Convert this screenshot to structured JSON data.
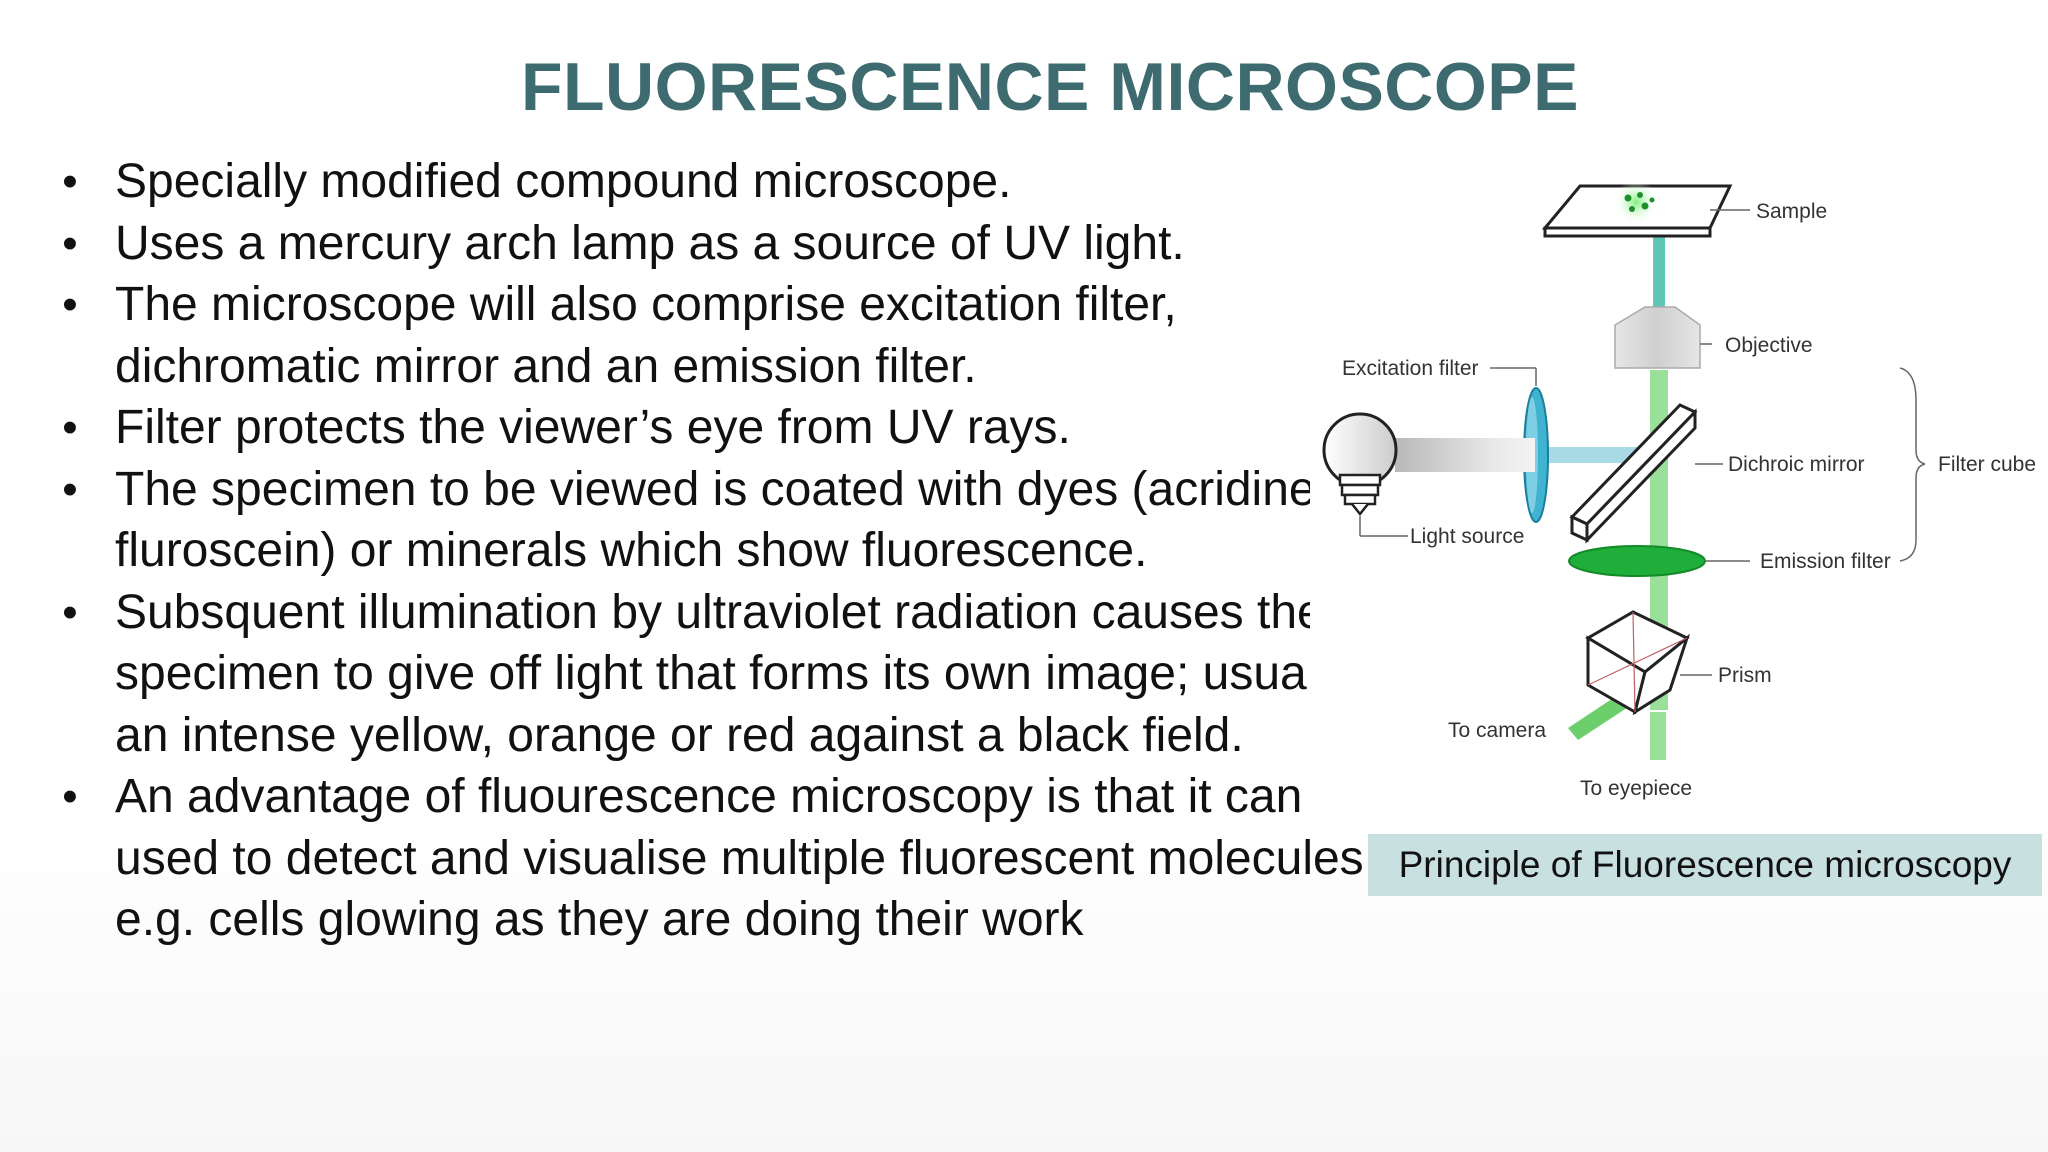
{
  "slide": {
    "title": "FLUORESCENCE MICROSCOPE",
    "bullets": [
      "Specially modified compound microscope.",
      "Uses a mercury arch lamp as a source of UV light.",
      "The microscope will also comprise excitation filter, dichromatic mirror and an emission filter.",
      "Filter protects the viewer’s eye from UV rays.",
      "The specimen to be viewed is coated with dyes (acridine, fluroscein) or minerals which show fluorescence.",
      "Subsquent illumination by ultraviolet radiation causes the specimen to give off light that forms its own image; usually an intense yellow, orange or red against a black field.",
      "An advantage of fluourescence microscopy is that it can be used to detect and visualise multiple fluorescent molecules e.g. cells glowing as they are doing their work"
    ],
    "bullet_symbol": "•"
  },
  "diagram": {
    "labels": {
      "sample": "Sample",
      "objective": "Objective",
      "excitation_filter": "Excitation filter",
      "dichroic_mirror": "Dichroic mirror",
      "filter_cube": "Filter cube",
      "light_source": "Light source",
      "emission_filter": "Emission filter",
      "prism": "Prism",
      "to_camera": "To camera",
      "to_eyepiece": "To eyepiece"
    },
    "caption": "Principle of Fluorescence microscopy"
  },
  "colors": {
    "title": "#3d6b6f",
    "caption_bg": "#c9e0e0",
    "excitation_blue": "#3fb3cf",
    "emission_green": "#1fae3a",
    "beam_green": "#7fd67f",
    "beam_teal": "#5fc8b5"
  }
}
